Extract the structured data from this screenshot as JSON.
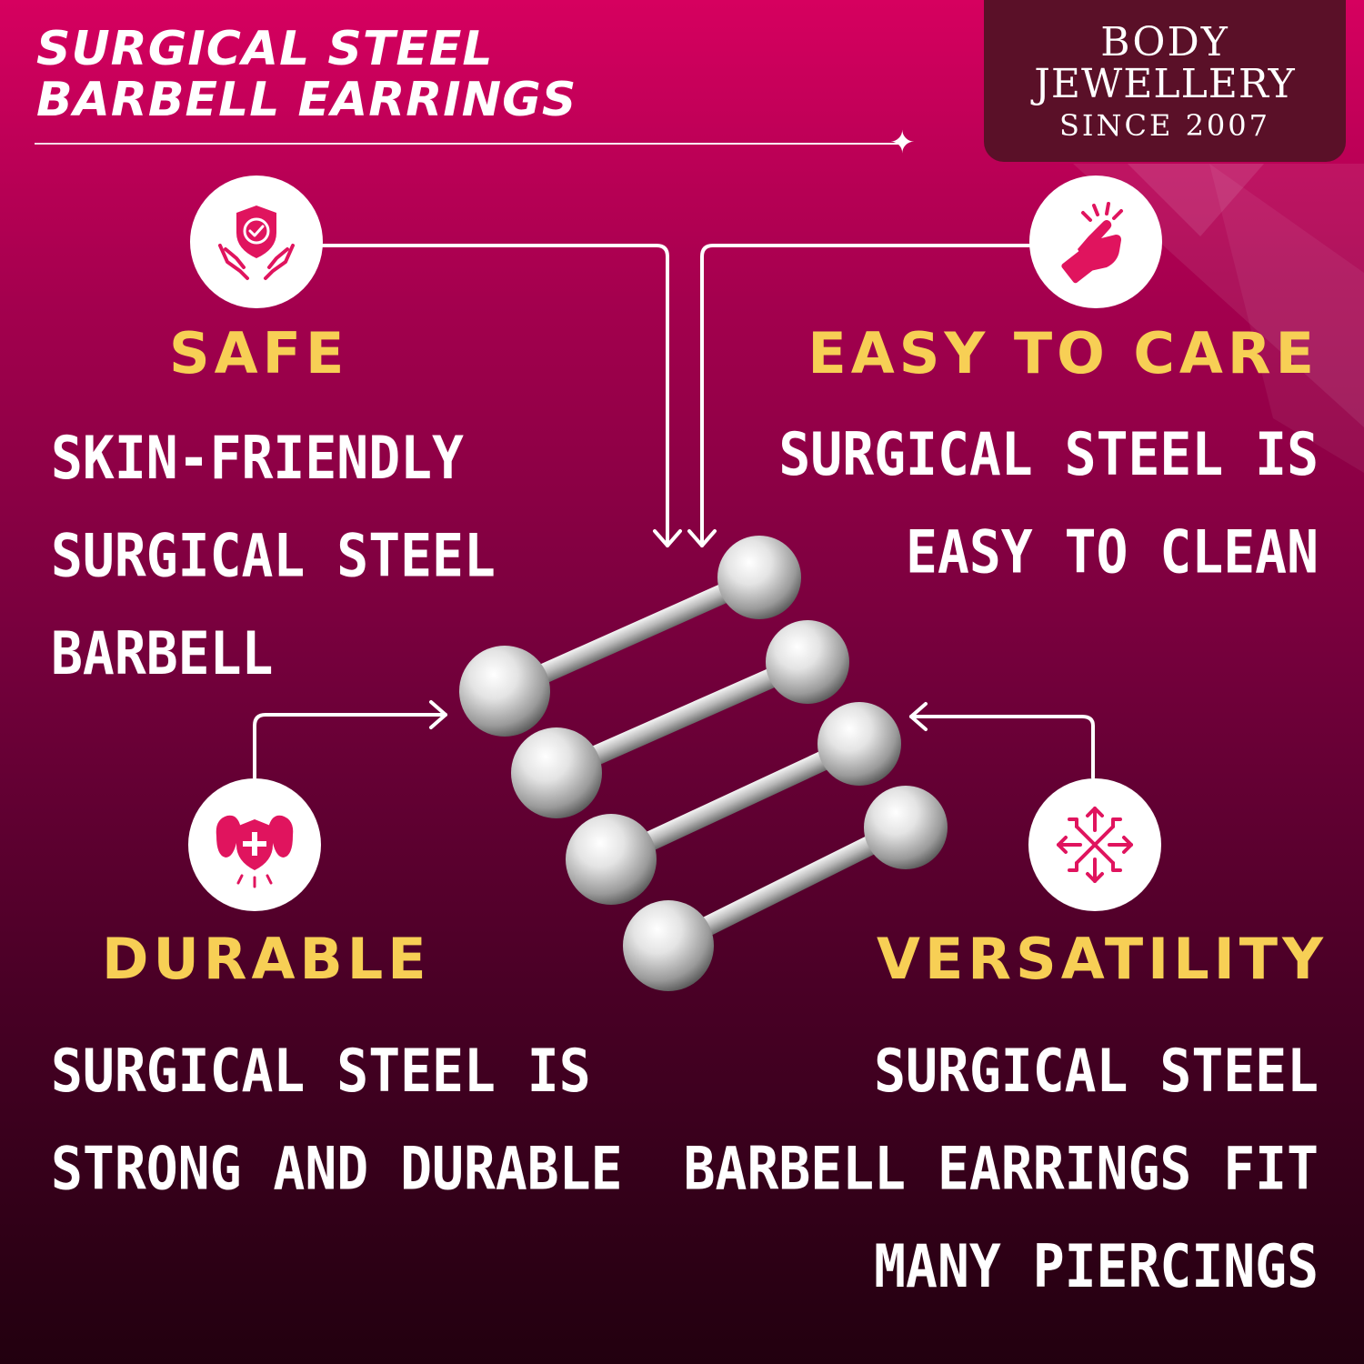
{
  "header": {
    "title_line1": "SURGICAL STEEL",
    "title_line2": "BARBELL EARRINGS"
  },
  "logo": {
    "line1": "BODY",
    "line2": "JEWELLERY",
    "line3": "SINCE 2007"
  },
  "features": {
    "safe": {
      "title": "SAFE",
      "lines": [
        "SKIN-FRIENDLY",
        "SURGICAL STEEL",
        "BARBELL"
      ],
      "icon": "shield-check-hands-icon"
    },
    "easy_to_care": {
      "title": "EASY TO CARE",
      "lines": [
        "SURGICAL STEEL IS",
        "EASY TO CLEAN"
      ],
      "icon": "snap-fingers-icon"
    },
    "durable": {
      "title": "DURABLE",
      "lines": [
        "SURGICAL STEEL IS",
        "STRONG AND DURABLE"
      ],
      "icon": "strength-shield-icon"
    },
    "versatility": {
      "title": "VERSATILITY",
      "lines": [
        "SURGICAL STEEL",
        "BARBELL EARRINGS FIT",
        "MANY PIERCINGS"
      ],
      "icon": "multi-direction-arrows-icon"
    }
  },
  "colors": {
    "accent_gold": "#f7cf55",
    "icon_pink": "#e0145e",
    "background_top": "#d6005f",
    "background_bottom": "#22000f",
    "logo_panel": "#5a1028"
  }
}
